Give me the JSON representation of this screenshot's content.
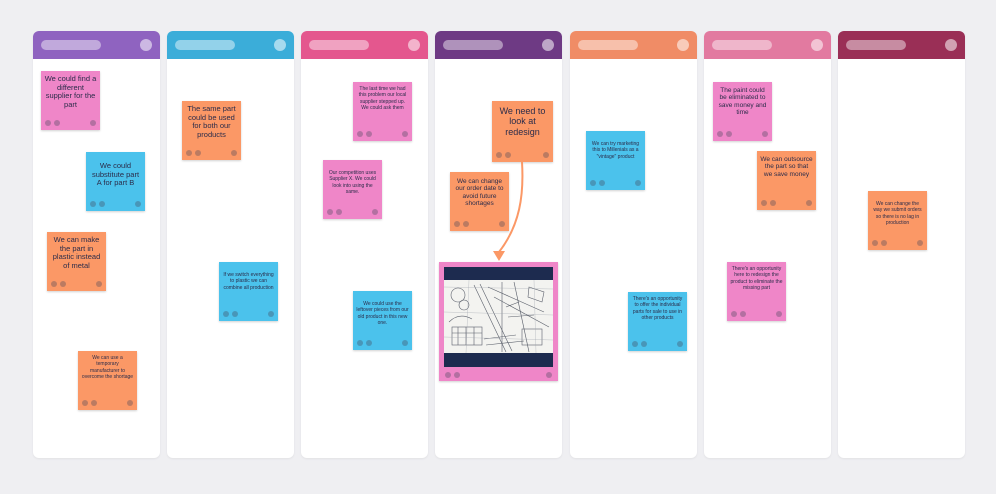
{
  "columns": [
    {
      "id": "c1",
      "color": "#8f63c0"
    },
    {
      "id": "c2",
      "color": "#3badd9"
    },
    {
      "id": "c3",
      "color": "#e4578e"
    },
    {
      "id": "c4",
      "color": "#6e3a84"
    },
    {
      "id": "c5",
      "color": "#f08c66"
    },
    {
      "id": "c6",
      "color": "#e27aa0"
    },
    {
      "id": "c7",
      "color": "#9a2f56"
    }
  ],
  "notes": [
    {
      "text": "We could find a different supplier for the part",
      "color": "pink"
    },
    {
      "text": "We could substitute part A for part B",
      "color": "blue"
    },
    {
      "text": "We can make the part in plastic instead of metal",
      "color": "orange"
    },
    {
      "text": "We can use a temporary manufacturer to overcome the shortage",
      "color": "orange"
    },
    {
      "text": "The same part could be used for both our products",
      "color": "orange"
    },
    {
      "text": "If we switch everything to plastic we can combine all production",
      "color": "blue"
    },
    {
      "text": "The last time we had this problem our local supplier stepped up. We could ask them",
      "color": "pink"
    },
    {
      "text": "Our competition uses Supplier X. We could look into using the same.",
      "color": "pink"
    },
    {
      "text": "We could use the leftover pieces from our old product in this new one.",
      "color": "blue"
    },
    {
      "text": "We need to look at redesign",
      "color": "orange"
    },
    {
      "text": "We can change our order date to avoid future shortages",
      "color": "orange"
    },
    {
      "text": "We can try marketing this to Millenials as a \"vintage\" product",
      "color": "blue"
    },
    {
      "text": "There's an opportunity to offer the individual parts for sale to use in other products",
      "color": "blue"
    },
    {
      "text": "The paint could be eliminated to save money and time",
      "color": "pink"
    },
    {
      "text": "We can outsource the part so that we save money",
      "color": "orange"
    },
    {
      "text": "There's an opportunity here to redesign the product to eliminate the missing part",
      "color": "pink"
    },
    {
      "text": "We can change the way we submit orders so there is no lag in production",
      "color": "orange"
    }
  ],
  "image_note": {
    "icon": "blueprint-image",
    "color": "#ef86c8"
  },
  "connector": {
    "color": "#fb9866"
  }
}
